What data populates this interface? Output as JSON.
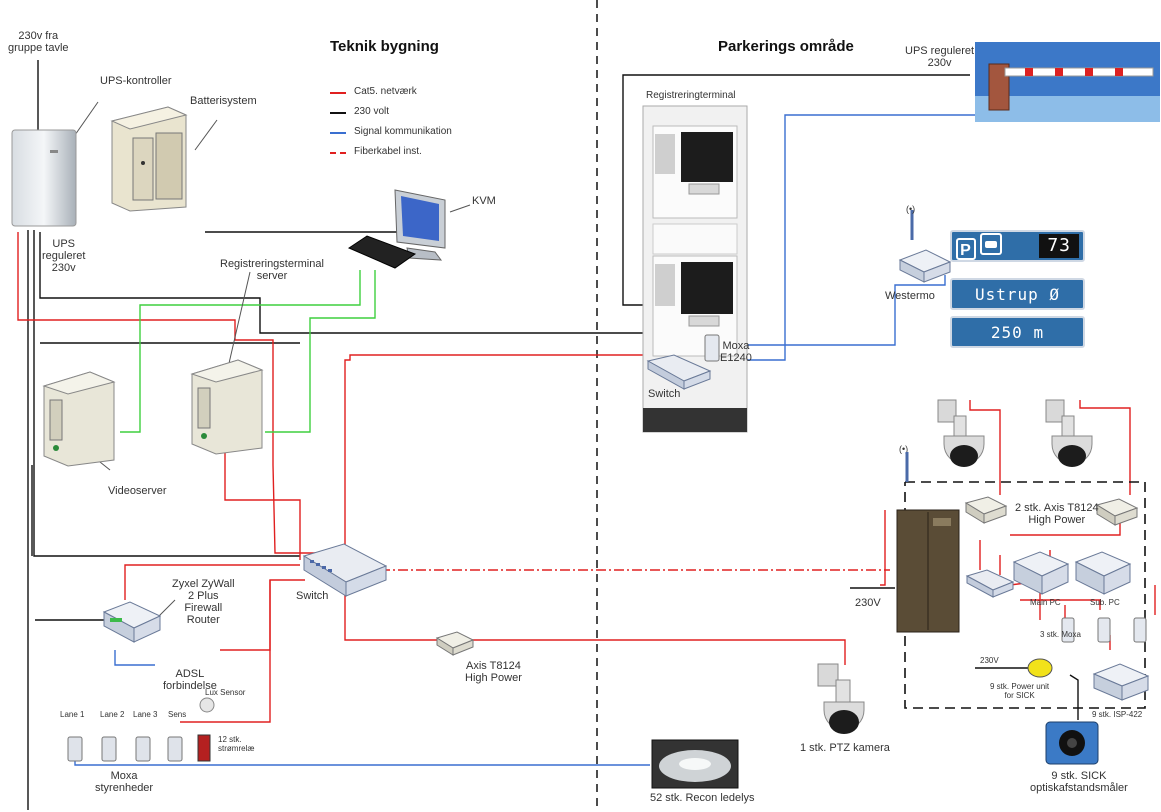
{
  "sections": {
    "left_title": "Teknik bygning",
    "right_title": "Parkerings område"
  },
  "legend": [
    {
      "label": "Cat5. netværk",
      "color": "#e02020",
      "style": "solid"
    },
    {
      "label": "230 volt",
      "color": "#111111",
      "style": "solid"
    },
    {
      "label": "Signal kommunikation",
      "color": "#3a6fd0",
      "style": "solid"
    },
    {
      "label": "Fiberkabel inst.",
      "color": "#e02020",
      "style": "dashed"
    }
  ],
  "labels": {
    "power_in": "230v fra\ngruppe tavle",
    "ups_controller": "UPS-kontroller",
    "battery": "Batterisystem",
    "ups": "UPS\nreguleret\n230v",
    "kvm": "KVM",
    "reg_server": "Registreringsterminal\nserver",
    "videoserver": "Videoserver",
    "switch_left": "Switch",
    "zyxel": "Zyxel ZyWall\n2 Plus\nFirewall\nRouter",
    "adsl": "ADSL\nforbindelse",
    "lane1": "Lane 1",
    "lane2": "Lane 2",
    "lane3": "Lane 3",
    "sens": "Sens",
    "lux": "Lux Sensor",
    "stromrele": "12 stk.\nstrømrelæ",
    "moxa_ctrl": "Moxa\nstyrenheder",
    "axis_left": "Axis T8124\nHigh Power",
    "ups_reg_right": "UPS reguleret\n230v",
    "reg_terminal": "Registreringterminal",
    "moxa_e1240": "Moxa\nE1240",
    "switch_right": "Switch",
    "westermo": "Westermo",
    "axis_right": "2 stk. Axis T8124\nHigh Power",
    "main_pc": "Main PC",
    "sub_pc": "Sub. PC",
    "moxa3": "3 stk. Moxa",
    "v230_cab": "230V",
    "v230_sick": "230V",
    "power_sick": "9 stk. Power unit\nfor SICK",
    "isp": "9 stk. ISP-422",
    "sick": "9 stk. SICK\noptiskafstandsmåler",
    "ptz": "1 stk. PTZ kamera",
    "recon": "52 stk. Recon ledelys"
  },
  "sign": {
    "parking_letter": "P",
    "count": "73",
    "destination": "Ustrup Ø",
    "distance": "250 m",
    "color": "#2f6ea8"
  }
}
